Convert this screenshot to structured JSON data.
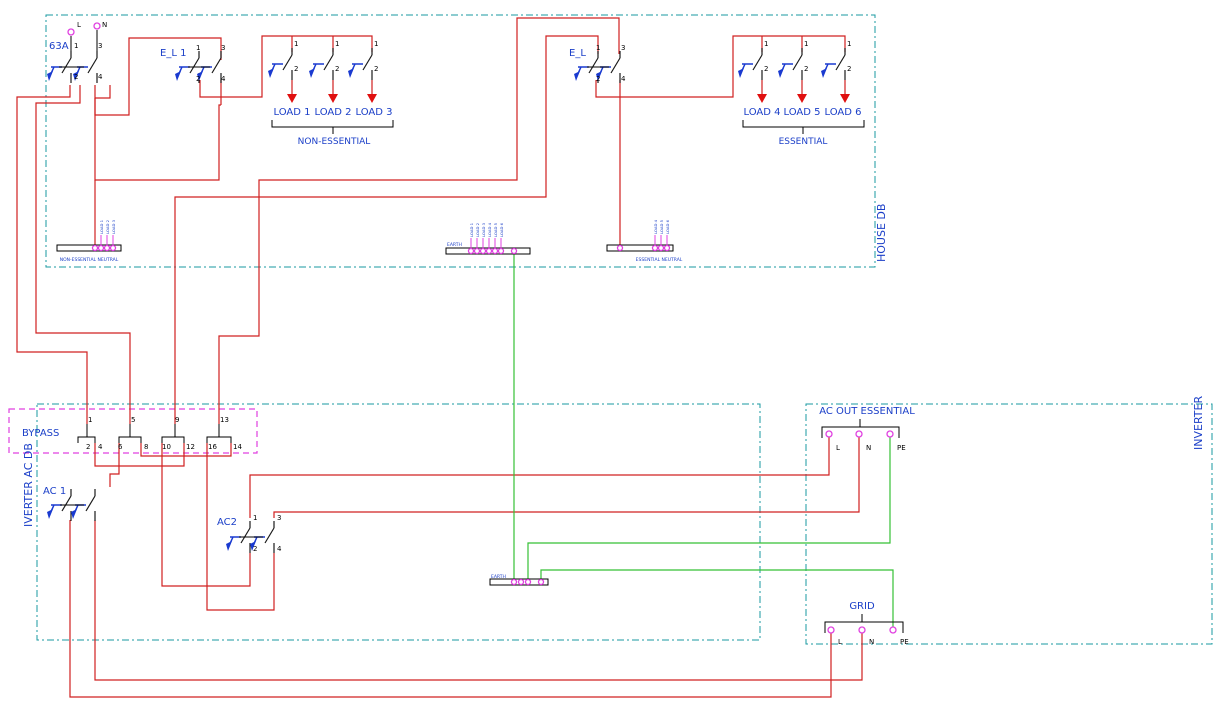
{
  "house_db": {
    "title": "HOUSE DB",
    "main_breaker": "63A",
    "main_pins": {
      "l": "L",
      "n": "N",
      "p1": "1",
      "p2": "2",
      "p3": "3",
      "p4": "4"
    },
    "el1": "E_L 1",
    "el2": "E_L",
    "loads": [
      "LOAD 1",
      "LOAD 2",
      "LOAD 3",
      "LOAD 4",
      "LOAD 5",
      "LOAD 6"
    ],
    "load_pins": {
      "top": "1",
      "bottom": "2"
    },
    "non_essential": "NON-ESSENTIAL",
    "essential": "ESSENTIAL",
    "ne_neutral": "NON-ESSENTIAL NEUTRAL",
    "e_neutral": "ESSENTIAL NEUTRAL",
    "earth": "EARTH",
    "ne_bar_tags": [
      "LOAD 1",
      "LOAD 2",
      "LOAD 3"
    ],
    "earth_bar_tags": [
      "LOAD 1",
      "LOAD 2",
      "LOAD 3",
      "LOAD 4",
      "LOAD 5",
      "LOAD 6"
    ],
    "e_bar_tags": [
      "LOAD 4",
      "LOAD 5",
      "LOAD 6"
    ]
  },
  "inverter_ac_db": {
    "title": "IVERTER AC DB",
    "bypass": "BYPASS",
    "bypass_top": [
      "1",
      "5",
      "9",
      "13"
    ],
    "bypass_bottom": [
      "2",
      "4",
      "6",
      "8",
      "10",
      "12",
      "16",
      "14"
    ],
    "ac1": "AC 1",
    "ac2": "AC2",
    "ac2_pins": [
      "1",
      "2",
      "3",
      "4"
    ],
    "earth": "EARTH"
  },
  "inverter": {
    "title": "INVERTER",
    "ac_out": "AC OUT ESSENTIAL",
    "grid": "GRID",
    "terminals": [
      "L",
      "N",
      "PE"
    ]
  },
  "colors": {
    "live": "#d02020",
    "earth": "#35c035",
    "enclosure": "#1a9aa0",
    "bypass": "#e040e0",
    "label": "#1b3fc8"
  }
}
